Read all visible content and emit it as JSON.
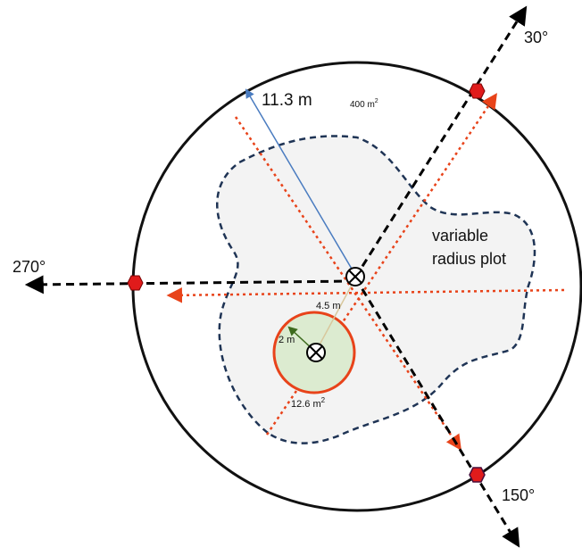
{
  "labels": {
    "azimuth_30": "30°",
    "azimuth_150": "150°",
    "azimuth_270": "270°",
    "large_radius": "11.3 m",
    "large_area": "400 m",
    "large_area_exp": "2",
    "variable_line1": "variable",
    "variable_line2": "radius plot",
    "offset_distance": "4.5 m",
    "small_radius": "2 m",
    "small_area": "12.6 m",
    "small_area_exp": "2"
  },
  "colors": {
    "plot_outline": "#111111",
    "dashed_axis": "#000000",
    "red_dotted": "#e8431a",
    "marker_fill": "#e01b1b",
    "variable_region_stroke": "#1f3455",
    "variable_region_fill": "#f3f3f3",
    "radius_arrow": "#4a7cc0",
    "small_plot_stroke": "#e8431a",
    "small_plot_fill": "#dcebd0",
    "small_radius_arrow": "#3e6b1e"
  }
}
